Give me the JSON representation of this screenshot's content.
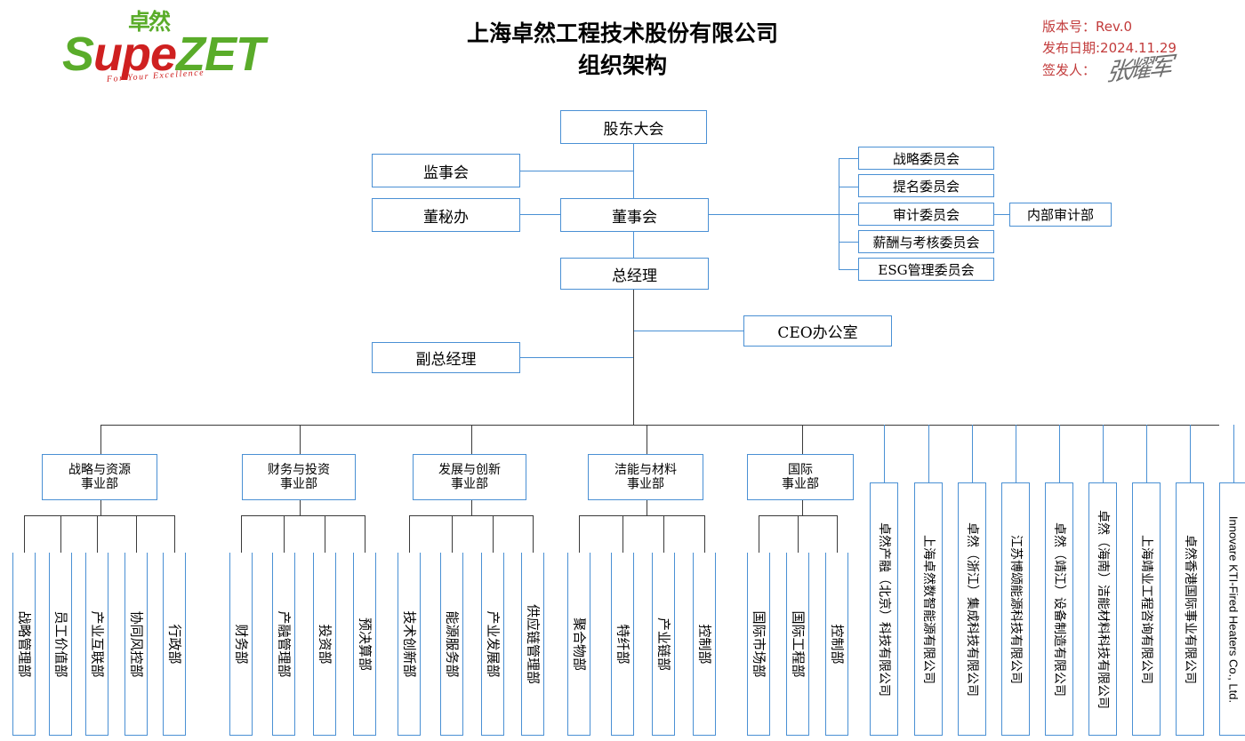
{
  "header": {
    "logo": {
      "cn_mark": "卓然",
      "word_supe": "Supe",
      "word_zet": "ZET",
      "tagline": "For Your Excellence"
    },
    "title_line1": "上海卓然工程技术股份有限公司",
    "title_line2": "组织架构",
    "meta": {
      "version_label": "版本号：Rev.0",
      "date_label": "发布日期:2024.11.29",
      "issuer_label": "签发人：",
      "signature": "张耀军"
    },
    "meta_color": "#c23b3b"
  },
  "theme": {
    "box_border": "#4a90d4",
    "connector_blue": "#4a90d4",
    "connector_dark": "#3a3a3a",
    "logo_green": "#5aac2a",
    "logo_red": "#cf2020"
  },
  "governance": {
    "shareholders_meeting": "股东大会",
    "supervisory_board": "监事会",
    "board_secretary_office": "董秘办",
    "board_of_directors": "董事会",
    "general_manager": "总经理",
    "ceo_office": "CEO办公室",
    "deputy_general_manager": "副总经理",
    "internal_audit_dept": "内部审计部",
    "committees": [
      {
        "label": "战略委员会"
      },
      {
        "label": "提名委员会"
      },
      {
        "label": "审计委员会"
      },
      {
        "label": "薪酬与考核委员会"
      },
      {
        "label": "ESG管理委员会"
      }
    ]
  },
  "divisions": [
    {
      "line1": "战略与资源",
      "line2": "事业部",
      "departments": [
        "战略管理部",
        "员工价值部",
        "产业互联部",
        "协同风控部",
        "行政部"
      ]
    },
    {
      "line1": "财务与投资",
      "line2": "事业部",
      "departments": [
        "财务部",
        "产融管理部",
        "投资部",
        "预决算部"
      ]
    },
    {
      "line1": "发展与创新",
      "line2": "事业部",
      "departments": [
        "技术创新部",
        "能源服务部",
        "产业发展部",
        "供应链管理部"
      ]
    },
    {
      "line1": "洁能与材料",
      "line2": "事业部",
      "departments": [
        "聚合物部",
        "特纤部",
        "产业链部",
        "控制部"
      ]
    },
    {
      "line1": "国际",
      "line2": "事业部",
      "departments": [
        "国际市场部",
        "国际工程部",
        "控制部"
      ]
    }
  ],
  "subsidiaries": [
    {
      "label": "卓然产融（北京）科技有限公司",
      "latin": false
    },
    {
      "label": "上海卓然数智能源有限公司",
      "latin": false
    },
    {
      "label": "卓然（浙江）集成科技有限公司",
      "latin": false
    },
    {
      "label": "江苏博颂能源科技有限公司",
      "latin": false
    },
    {
      "label": "卓然（靖江）设备制造有限公司",
      "latin": false
    },
    {
      "label": "卓然（海南）洁能材料科技有限公司",
      "latin": false
    },
    {
      "label": "上海靖业工程咨询有限公司",
      "latin": false
    },
    {
      "label": "卓然香港国际事业有限公司",
      "latin": false
    },
    {
      "label": "Innovare KTI-Fired Heaters Co., Ltd.",
      "latin": true
    }
  ]
}
